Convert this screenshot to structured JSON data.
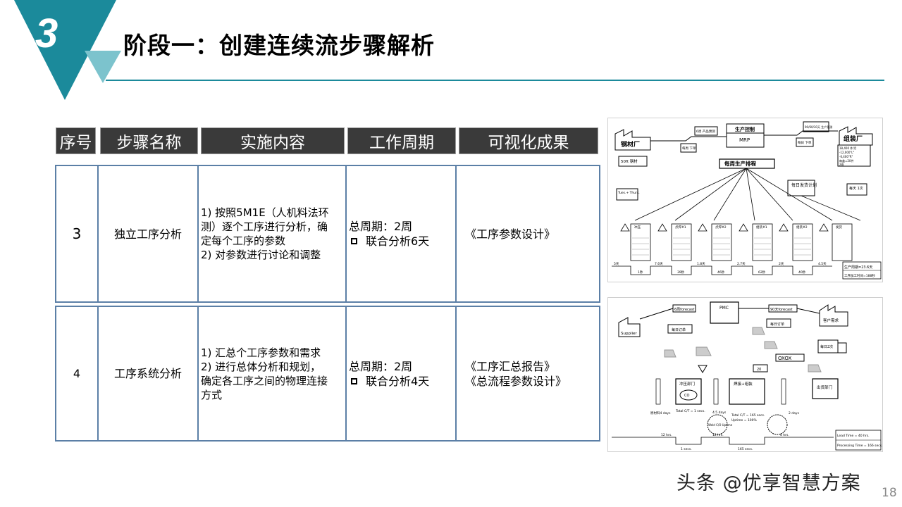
{
  "section": {
    "number": "3"
  },
  "title": "阶段一：创建连续流步骤解析",
  "table": {
    "headers": [
      "序号",
      "步骤名称",
      "实施内容",
      "工作周期",
      "可视化成果"
    ],
    "rows": [
      {
        "index": "3",
        "name": "独立工序分析",
        "content": [
          "1) 按照5M1E（人机料法环",
          "测）逐个工序进行分析，确",
          "定每个工序的参数",
          "2) 对参数进行讨论和调整"
        ],
        "cycle": {
          "total": "总周期：2周",
          "joint": "联合分析6天"
        },
        "results": [
          "《工序参数设计》"
        ]
      },
      {
        "index": "4",
        "name": "工序系统分析",
        "content": [
          "1) 汇总个工序参数和需求",
          "2) 进行总体分析和规划，",
          "确定各工序之间的物理连接",
          "方式"
        ],
        "cycle": {
          "total": "总周期：2周",
          "joint": "联合分析4天"
        },
        "results": [
          "《工序汇总报告》",
          "《总流程参数设计》"
        ]
      }
    ]
  },
  "vsm_top": {
    "supplier": "钢材厂",
    "production_control": "生产控制",
    "mrp": "MRP",
    "customer": "组装厂",
    "weekly_schedule": "每周生产排程",
    "daily_shipping": "每日发货计划",
    "forecast_left": "6周 产品预测",
    "weekly_order": "每周 下单",
    "forecast_right": "90/60/30天 生产预测",
    "daily_order": "每日 下单",
    "steel_truck": "50ft 钢材",
    "tues_thurs": "Tues.+ Thurs.",
    "daily_truck": "每天 1次",
    "customer_demand": [
      "18,400 件/月",
      "-12,000\"L\"",
      "-6,400\"R\"",
      "每盒=20件",
      "2班"
    ],
    "processes": [
      "冲压",
      "点焊#1",
      "点焊#2",
      "组装#1",
      "组装#2",
      "发货"
    ],
    "timeline_days": [
      "5天",
      "7.6天",
      "1.8天",
      "2.7天",
      "2天",
      "4.5天"
    ],
    "timeline_secs": [
      "1秒",
      "39秒",
      "46秒",
      "62秒",
      "40秒"
    ],
    "lead_time": "生产周期=23.6天",
    "processing_time": "工序加工时间=188秒"
  },
  "vsm_bottom": {
    "pmc": "PMC",
    "forecast_left": "6周forecast",
    "forecast_right": "90天forecast",
    "daily_order_left": "每日订单",
    "daily_order_right": "每日订单",
    "supplier": "Supplier",
    "customer": "客户需求",
    "truck_label": "每日2次",
    "oxox": "OXOX",
    "batch": "20",
    "processes": [
      "冲压部门",
      "焊接+组装",
      "出货部门"
    ],
    "co": "CO",
    "weld_co": "Weld C/O Uptime",
    "ct_stamp": "Total C/T = 1 secs.",
    "ct_weld": "Total C/T = 165 secs.",
    "uptime": "Uptime = 100%",
    "raw_days": "原材料4 days",
    "wip_days": "4.5 days",
    "ship_days": "2 days",
    "timeline_hrs": [
      "12 hrs.",
      "12 hrs.",
      "6 hrs."
    ],
    "timeline_secs": [
      "1 secs.",
      "165 secs."
    ],
    "lead_time": "Lead Time = 40 hrs.",
    "processing_time": "Processing Time = 166 secs."
  },
  "watermark": "头条 @优享智慧方案",
  "page_number": "18",
  "colors": {
    "accent": "#1b8a9b",
    "accent_light": "#7cc3cd",
    "header_bg": "#3a3a3a",
    "cell_border": "#5b7fa6"
  }
}
